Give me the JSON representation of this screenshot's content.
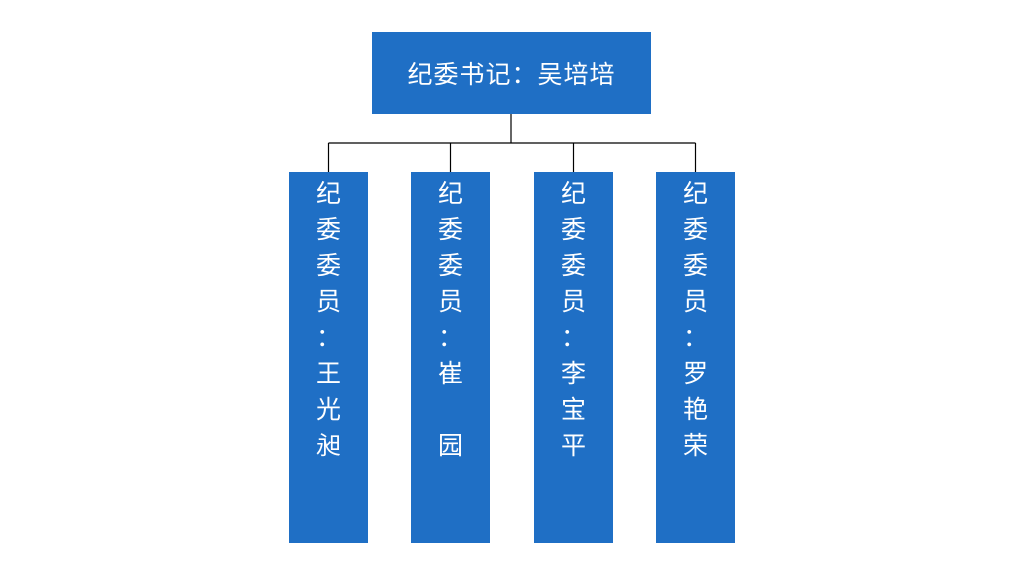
{
  "root": {
    "label": "纪委书记：吴培培",
    "color": "#1f6fc5"
  },
  "members": [
    {
      "chars": [
        "纪",
        "委",
        "委",
        "员",
        "：",
        "王",
        "光",
        "昶"
      ]
    },
    {
      "chars": [
        "纪",
        "委",
        "委",
        "员",
        "：",
        "崔",
        " ",
        "园"
      ]
    },
    {
      "chars": [
        "纪",
        "委",
        "委",
        "员",
        "：",
        "李",
        "宝",
        "平"
      ]
    },
    {
      "chars": [
        "纪",
        "委",
        "委",
        "员",
        "：",
        "罗",
        "艳",
        "荣"
      ]
    }
  ],
  "line_color": "#000000"
}
